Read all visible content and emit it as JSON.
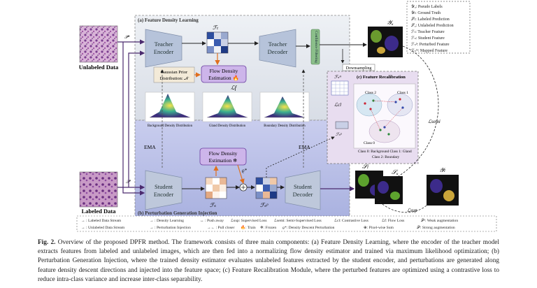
{
  "legend_top": [
    "𝒴ᵤ: Pseudo Labels",
    "𝒴ₗ: Ground Truth",
    "𝒮ₗ: Labeled Prediction",
    "𝒮ᵤ: Unlabeled Prediction",
    "ℱₜ: Teacher Feature",
    "ℱₛ: Student Feature",
    "ℱₛᵖ: Perturbed Feature",
    "ℱₛᵐ: Mapped Feature"
  ],
  "figure": {
    "unlabeled_data": "Unlabeled Data",
    "labeled_data": "Labeled Data",
    "fdl_title": "(a) Feature Density Learning",
    "pgi_title": "(b) Perturbation Generation Injection",
    "fr_title": "(c) Feature Recalibration",
    "teacher_encoder": "Teacher Encoder",
    "teacher_decoder": "Teacher Decoder",
    "student_encoder": "Student Encoder",
    "student_decoder": "Student Decoder",
    "confidence_filtering": "Confidence Filtering",
    "gaussian_prior": "Gaussian Prior Distribution: 𝒩",
    "flow_density_top": "Flow Density Estimation",
    "flow_density_bottom": "Flow Density Estimation",
    "downsampling": "Downsampling",
    "ema_left": "EMA",
    "ema_right": "EMA",
    "p_u": "𝒫ᵘ",
    "p_l": "𝒫ˡ",
    "f_t": "ℱₜ",
    "f_s": "ℱₛ",
    "f_sp": "ℱₛᵖ",
    "f_sm": "ℱₛᵐ",
    "y_u": "𝒴ᵤ",
    "y_l": "𝒴ₗ",
    "s_l": "𝒮ₗ",
    "s_u": "𝒮ᵤ",
    "l_f": "ℒf",
    "l_cl": "ℒcl",
    "l_semi": "ℒsemi",
    "l_sup": "ℒsup",
    "rho_star": "ϱ*",
    "class0": "Class 0",
    "class1": "Class 1",
    "class2": "Class 2",
    "class_legend_1": "Class 0: Background Class 1: Gland",
    "class_legend_2": "Class 2: Boundary",
    "plot1": "Background Density Distribution",
    "plot2": "Gland Density Distribution",
    "plot3": "Boundary Density Distribution"
  },
  "legend_bottom": [
    "→ : Labeled Data Stream",
    "→ : Density Learning",
    "↔ : Push away",
    "ℒsup: Supervised Loss",
    "ℒsemi: Semi-Supervised Loss",
    "ℒcl: Contrastive Loss",
    "ℒf: Flow Loss",
    "𝒫ᵘ: Weak augmentation",
    "→ : Unlabeled Data Stream",
    "→ : Perturbation Injection",
    "→← : Pull closer",
    "🔥: Train",
    "❄: Frozen",
    "ϱ*: Density Descent Perturbation",
    "⊕: Pixel-wise Sum",
    "𝒫ˡ: Strong augmentation"
  ],
  "caption": {
    "label": "Fig. 2.",
    "text": "Overview of the proposed DPFR method. The framework consists of three main components: (a) Feature Density Learning, where the encoder of the teacher model extracts features from labeled and unlabeled images, which are then fed into a normalizing flow density estimator and trained via maximum likelihood optimization; (b) Perturbation Generation Injection, where the trained density estimator evaluates unlabeled features extracted by the student encoder, and perturbations are generated along feature density descent directions and injected into the feature space; (c) Feature Recalibration Module, where the perturbed features are optimized using a contrastive loss to reduce intra-class variance and increase inter-class separability."
  },
  "colors": {
    "teacher_box": "#b5c2d9",
    "student_box": "#bfc8da",
    "region_a": "#e7ecf2",
    "region_b": "#c3c8ea",
    "region_c": "#e7dcef",
    "arrow_purple": "#6a2f8c",
    "arrow_orange": "#e07020",
    "gaussian_box": "#f2e9d8"
  }
}
